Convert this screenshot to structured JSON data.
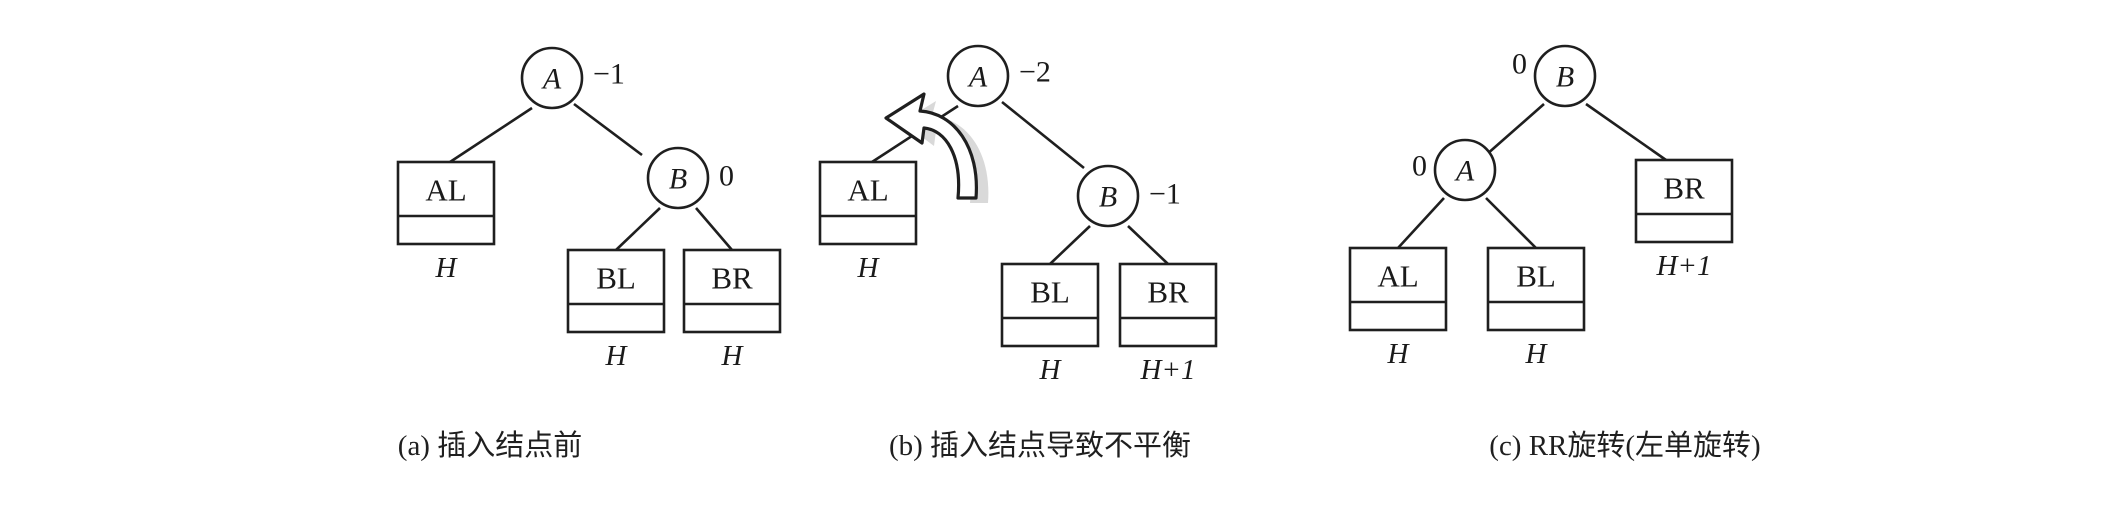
{
  "figure": {
    "background": "#ffffff",
    "ink": "#1f1f1f",
    "shadow": "#d9d9d9"
  },
  "panels": [
    {
      "id": "a",
      "caption": "(a) 插入结点前",
      "nodes": [
        {
          "id": "A",
          "label": "A",
          "balance": "−1",
          "balance_side": "right"
        },
        {
          "id": "B",
          "label": "B",
          "balance": "0",
          "balance_side": "right"
        }
      ],
      "boxes": [
        {
          "id": "AL",
          "label": "AL",
          "height": "H"
        },
        {
          "id": "BL",
          "label": "BL",
          "height": "H"
        },
        {
          "id": "BR",
          "label": "BR",
          "height": "H"
        }
      ]
    },
    {
      "id": "b",
      "caption": "(b) 插入结点导致不平衡",
      "nodes": [
        {
          "id": "A",
          "label": "A",
          "balance": "−2",
          "balance_side": "right"
        },
        {
          "id": "B",
          "label": "B",
          "balance": "−1",
          "balance_side": "right"
        }
      ],
      "boxes": [
        {
          "id": "AL",
          "label": "AL",
          "height": "H"
        },
        {
          "id": "BL",
          "label": "BL",
          "height": "H"
        },
        {
          "id": "BR",
          "label": "BR",
          "height": "H+1"
        }
      ],
      "rotation_arrow": "left-rotation-curved-arrow"
    },
    {
      "id": "c",
      "caption": "(c) RR旋转(左单旋转)",
      "nodes": [
        {
          "id": "B",
          "label": "B",
          "balance": "0",
          "balance_side": "left"
        },
        {
          "id": "A",
          "label": "A",
          "balance": "0",
          "balance_side": "left"
        }
      ],
      "boxes": [
        {
          "id": "BR",
          "label": "BR",
          "height": "H+1"
        },
        {
          "id": "AL",
          "label": "AL",
          "height": "H"
        },
        {
          "id": "BL",
          "label": "BL",
          "height": "H"
        }
      ]
    }
  ]
}
